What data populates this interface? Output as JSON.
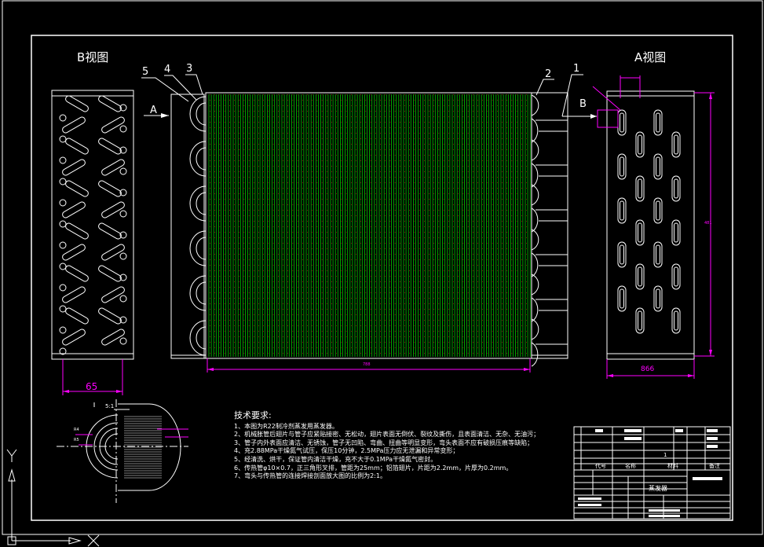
{
  "views": {
    "b_view_title": "B视图",
    "a_view_title": "A视图",
    "arrow_a_label": "A",
    "arrow_b_label": "B"
  },
  "callouts": [
    "5",
    "4",
    "3",
    "2",
    "1"
  ],
  "dimensions": {
    "b_view_width": "65",
    "a_view_width": "866",
    "coil_length": "788",
    "a_view_height": "481",
    "detail_scale": "5:1",
    "detail_a": "R4",
    "detail_b": "R5"
  },
  "technical_requirements": {
    "title": "技术要求:",
    "items": [
      "1、本图为R22制冷剂蒸发用蒸发器。",
      "2、机械胀管后翅片与管子应紧贴接密、无松动，翅片表面无倒伏、裂纹及撕伤，且表面清洁、无杂、无油污；",
      "3、管子内外表面应清洁、无锈蚀，管子无凹陷、弯曲、扭曲等明显变形，弯头表面不应有破损压痕等缺陷；",
      "4、充2.88MPa干燥氮气试压，保压10分钟，2.5MPa压力应无泄漏和异常变形；",
      "5、经清洗、烘干，保证管内清洁干燥，充不大于0.1MPa干燥氮气密封。",
      "6、传热管φ10×0.7，正三角形叉排，管距为25mm；铝箔翅片，片距为2.2mm，片厚为0.2mm。",
      "7、弯头与传热管的连接焊接剖面放大图的比例为2:1。"
    ]
  },
  "title_block": {
    "drawing_name": "蒸发器",
    "header_labels": [
      "代号",
      "名称",
      "材料",
      "备注"
    ],
    "quantity": "1"
  },
  "colors": {
    "outline": "#ffffff",
    "fins": "#00cc00",
    "fin_pins": "#ff2222",
    "dimension": "#ff00ff",
    "background": "#000000"
  }
}
